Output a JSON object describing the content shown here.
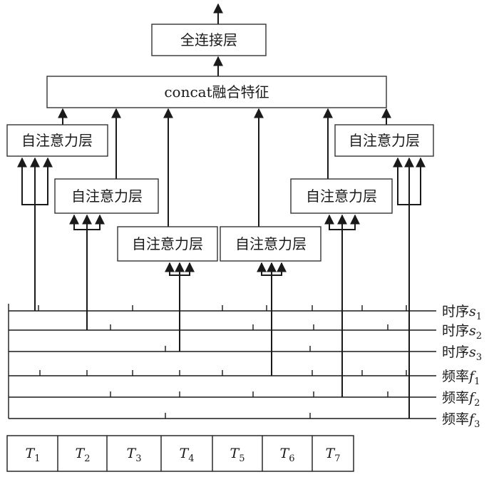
{
  "top_box": {
    "label": "全连接层"
  },
  "concat_box": {
    "label": "concat融合特征"
  },
  "attention_label": "自注意力层",
  "rows": [
    {
      "prefix": "时序",
      "var": "s",
      "sub": "1"
    },
    {
      "prefix": "时序",
      "var": "s",
      "sub": "2"
    },
    {
      "prefix": "时序",
      "var": "s",
      "sub": "3"
    },
    {
      "prefix": "频率",
      "var": "f",
      "sub": "1"
    },
    {
      "prefix": "频率",
      "var": "f",
      "sub": "2"
    },
    {
      "prefix": "频率",
      "var": "f",
      "sub": "3"
    }
  ],
  "time_steps": [
    {
      "var": "T",
      "sub": "1"
    },
    {
      "var": "T",
      "sub": "2"
    },
    {
      "var": "T",
      "sub": "3"
    },
    {
      "var": "T",
      "sub": "4"
    },
    {
      "var": "T",
      "sub": "5"
    },
    {
      "var": "T",
      "sub": "6"
    },
    {
      "var": "T",
      "sub": "7"
    }
  ]
}
